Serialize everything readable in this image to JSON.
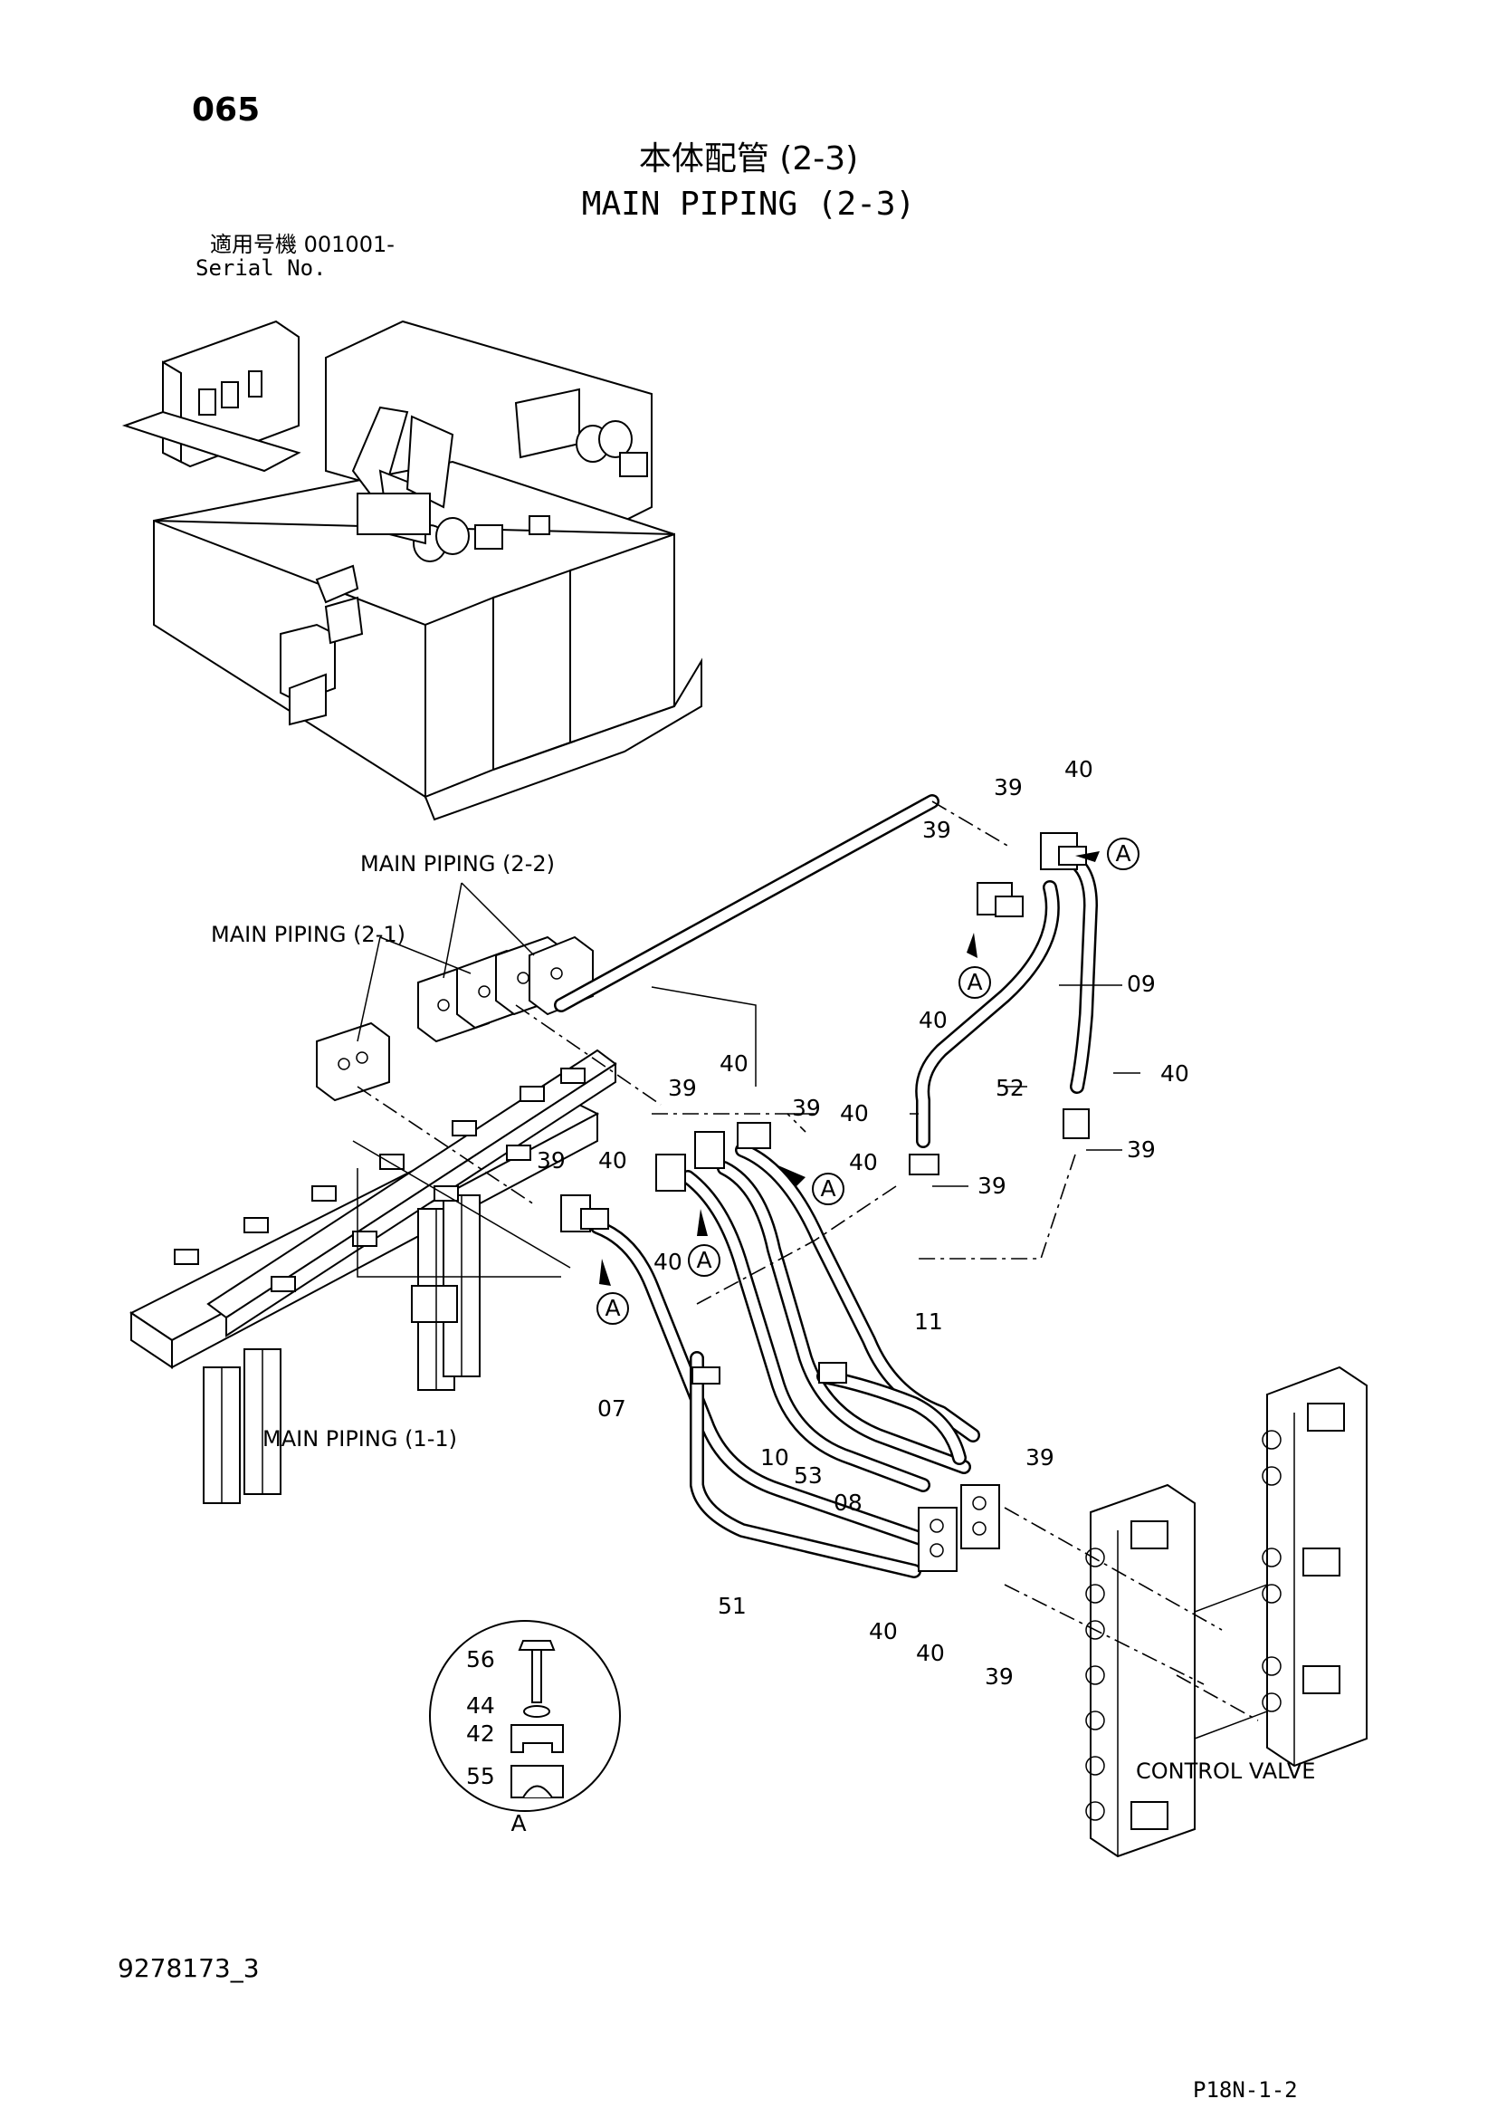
{
  "header": {
    "page_number": "065",
    "title_ja": "本体配管 (2-3)",
    "title_en": "MAIN PIPING (2-3)",
    "serial_label_ja": "適用号機  001001-",
    "serial_label_en": "Serial No."
  },
  "callouts": {
    "main_piping_2_2": "MAIN  PIPING (2-2)",
    "main_piping_2_1": "MAIN  PIPING (2-1)",
    "main_piping_1_1": "MAIN  PIPING (1-1)",
    "control_valve": "CONTROL  VALVE"
  },
  "detail_marker": "A",
  "part_numbers": {
    "p07": "07",
    "p08": "08",
    "p09": "09",
    "p10": "10",
    "p11": "11",
    "p39": "39",
    "p40": "40",
    "p42": "42",
    "p44": "44",
    "p51": "51",
    "p52": "52",
    "p53": "53",
    "p55": "55",
    "p56": "56"
  },
  "footer": {
    "doc_number": "9278173_3",
    "page_code": "P18N-1-2"
  }
}
